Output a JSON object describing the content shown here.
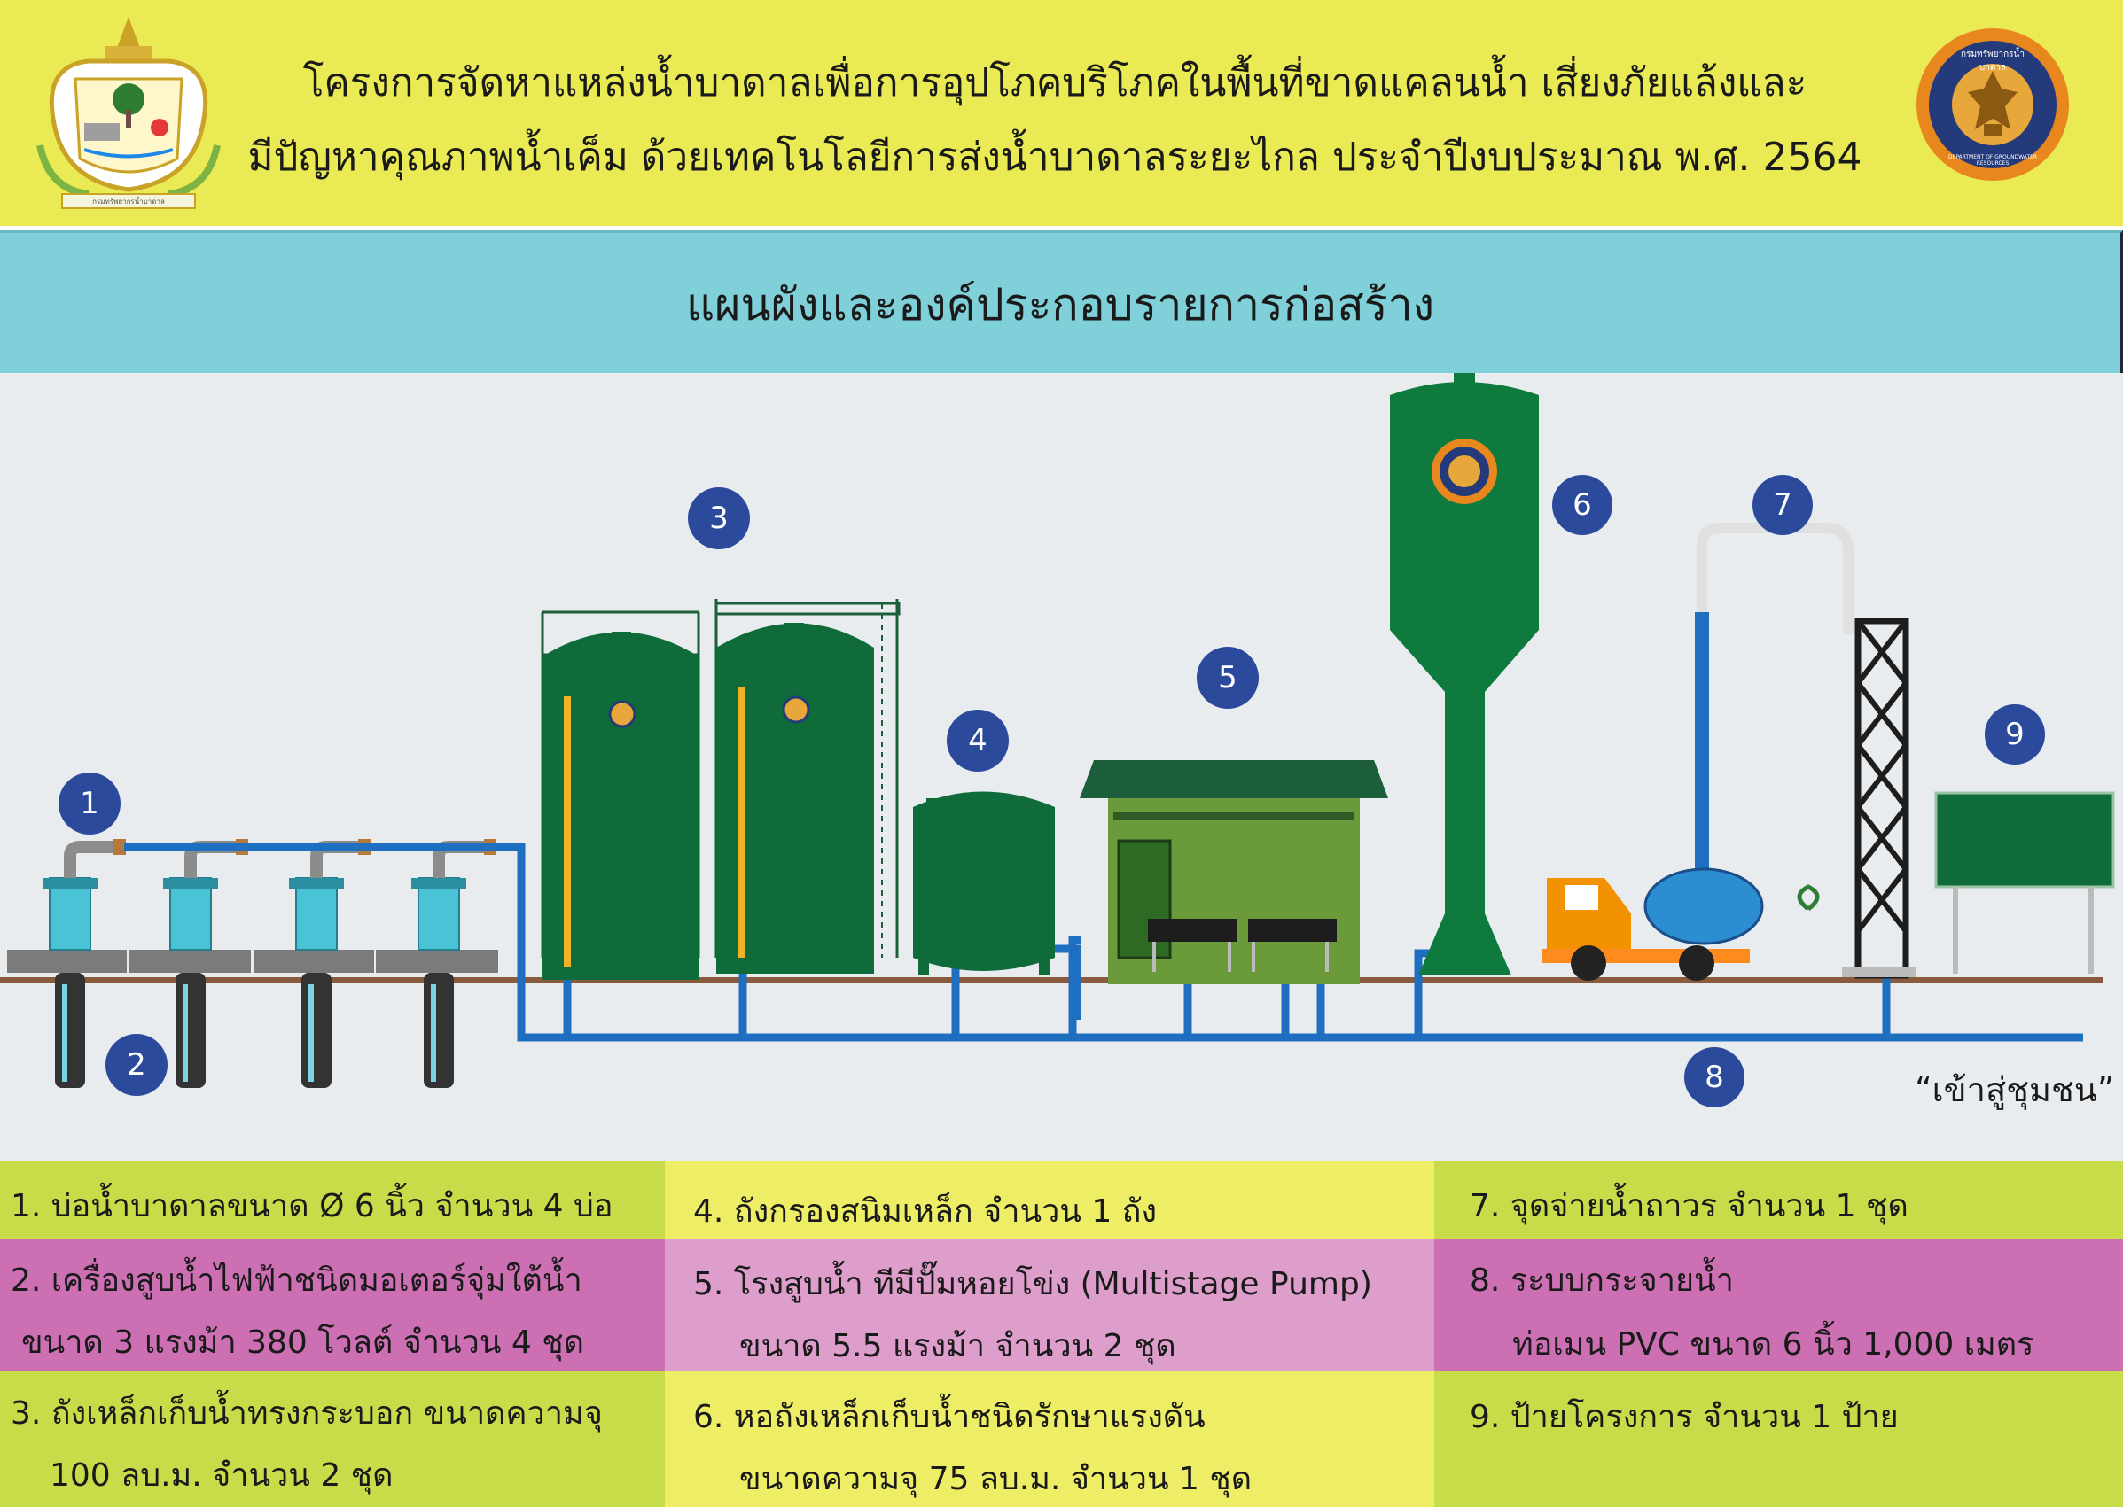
{
  "header": {
    "title_line1": "โครงการจัดหาแหล่งน้ำบาดาลเพื่อการอุปโภคบริโภคในพื้นที่ขาดแคลนน้ำ เสี่ยงภัยแล้งและ",
    "title_line2": "มีปัญหาคุณภาพน้ำเค็ม ด้วยเทคโนโลยีการส่งน้ำบาดาลระยะไกล ประจำปีงบประมาณ พ.ศ. 2564",
    "left_logo_caption": "กรมทรัพยากรน้ำบาดาล",
    "right_logo_text_top": "กรมทรัพยากรน้ำบาดาล",
    "right_logo_text_bottom": "DEPARTMENT OF GROUNDWATER RESOURCES"
  },
  "section": {
    "title": "แผนผังและองค์ประกอบรายการก่อสร้าง"
  },
  "diagram": {
    "markers": [
      "1",
      "2",
      "3",
      "4",
      "5",
      "6",
      "7",
      "8",
      "9"
    ],
    "community_label": "“เข้าสู่ชุมชน”"
  },
  "items": [
    {
      "line1": "1. บ่อน้ำบาดาลขนาด Ø 6 นิ้ว จำนวน 4 บ่อ",
      "line2": ""
    },
    {
      "line1": "2. เครื่องสูบน้ำไฟฟ้าชนิดมอเตอร์จุ่มใต้น้ำ",
      "line2": "ขนาด 3 แรงม้า 380 โวลต์ จำนวน 4 ชุด"
    },
    {
      "line1": "3. ถังเหล็กเก็บน้ำทรงกระบอก ขนาดความจุ",
      "line2": "100 ลบ.ม. จำนวน 2 ชุด"
    },
    {
      "line1": "4. ถังกรองสนิมเหล็ก จำนวน 1 ถัง",
      "line2": ""
    },
    {
      "line1": "5. โรงสูบน้ำ ทีมีปั๊มหอยโข่ง (Multistage Pump)",
      "line2": "ขนาด 5.5 แรงม้า จำนวน 2 ชุด"
    },
    {
      "line1": "6. หอถังเหล็กเก็บน้ำชนิดรักษาแรงดัน",
      "line2": "ขนาดความจุ 75 ลบ.ม. จำนวน 1 ชุด"
    },
    {
      "line1": "7. จุดจ่ายน้ำถาวร จำนวน 1 ชุด",
      "line2": ""
    },
    {
      "line1": "8. ระบบกระจายน้ำ",
      "line2": "ท่อเมน PVC ขนาด 6 นิ้ว 1,000 เมตร"
    },
    {
      "line1": "9. ป้ายโครงการ จำนวน 1 ป้าย",
      "line2": ""
    }
  ],
  "colors": {
    "header_bg": "#eaea55",
    "band_bg": "#7fd0d8",
    "scene_bg": "#e9ecef",
    "tank_green": "#0f6b3a",
    "pipe_blue": "#1f6fc0",
    "marker_blue": "#2b4a9b",
    "row_yellow_green": "#c8dc4a",
    "row_yellow": "#eeee66",
    "row_magenta": "#cc6fb3",
    "row_pink": "#de9ecb"
  }
}
